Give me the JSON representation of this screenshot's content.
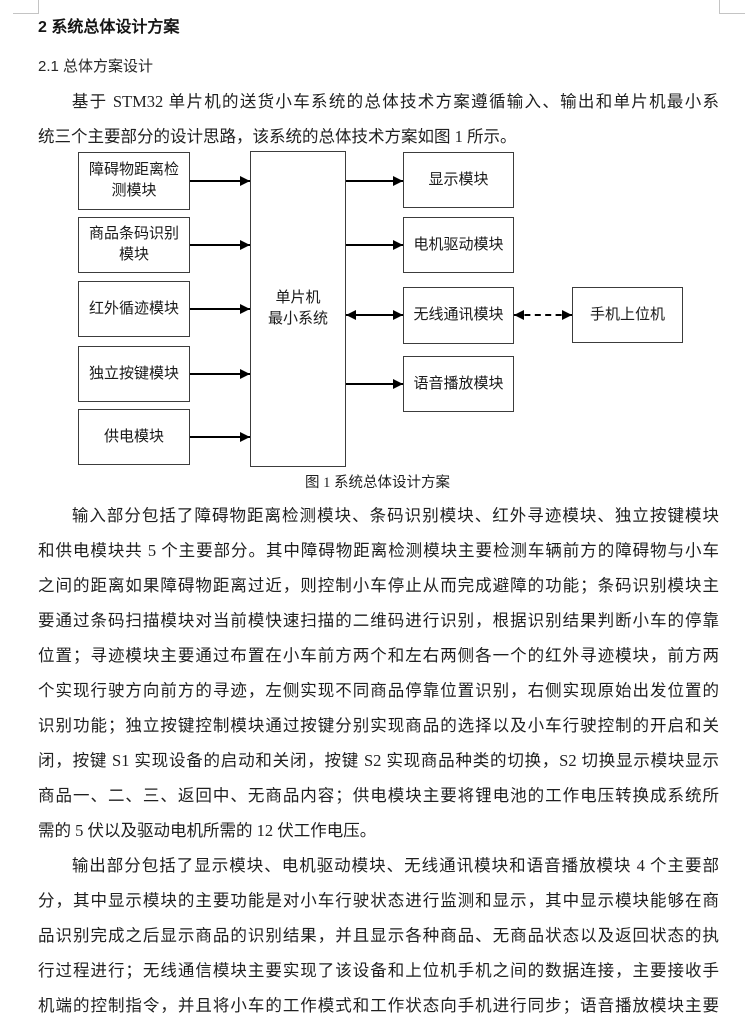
{
  "document": {
    "heading": "2 系统总体设计方案",
    "subheading": "2.1 总体方案设计"
  },
  "paragraph1": {
    "lines": [
      "基于 STM32 单片机的送货小车系统的总体技术方案遵循输入、输出和单片机最小系",
      "统三个主要部分的设计思路，该系统的总体技术方案如图 1 所示。"
    ]
  },
  "figure": {
    "caption": "图 1 系统总体设计方案",
    "nodes": {
      "input1": "障碍物距离检\n测模块",
      "input2": "商品条码识别\n模块",
      "input3": "红外循迹模块",
      "input4": "独立按键模块",
      "input5": "供电模块",
      "mcu": "单片机\n最小系统",
      "output1": "显示模块",
      "output2": "电机驱动模块",
      "output3": "无线通讯模块",
      "output4": "语音播放模块",
      "phone": "手机上位机"
    },
    "connections": [
      {
        "from": "input1",
        "to": "mcu",
        "style": "solid",
        "direction": "one-way"
      },
      {
        "from": "input2",
        "to": "mcu",
        "style": "solid",
        "direction": "one-way"
      },
      {
        "from": "input3",
        "to": "mcu",
        "style": "solid",
        "direction": "one-way"
      },
      {
        "from": "input4",
        "to": "mcu",
        "style": "solid",
        "direction": "one-way"
      },
      {
        "from": "input5",
        "to": "mcu",
        "style": "solid",
        "direction": "one-way"
      },
      {
        "from": "mcu",
        "to": "output1",
        "style": "solid",
        "direction": "one-way"
      },
      {
        "from": "mcu",
        "to": "output2",
        "style": "solid",
        "direction": "one-way"
      },
      {
        "from": "mcu",
        "to": "output3",
        "style": "solid",
        "direction": "two-way"
      },
      {
        "from": "mcu",
        "to": "output4",
        "style": "solid",
        "direction": "one-way"
      },
      {
        "from": "output3",
        "to": "phone",
        "style": "dashed",
        "direction": "two-way"
      }
    ]
  },
  "paragraph2": {
    "lines": [
      "输入部分包括了障碍物距离检测模块、条码识别模块、红外寻迹模块、独立按键模块",
      "和供电模块共 5 个主要部分。其中障碍物距离检测模块主要检测车辆前方的障碍物与小车",
      "之间的距离如果障碍物距离过近，则控制小车停止从而完成避障的功能；条码识别模块主",
      "要通过条码扫描模块对当前模快速扫描的二维码进行识别，根据识别结果判断小车的停靠",
      "位置；寻迹模块主要通过布置在小车前方两个和左右两侧各一个的红外寻迹模块，前方两",
      "个实现行驶方向前方的寻迹，左侧实现不同商品停靠位置识别，右侧实现原始出发位置的",
      "识别功能；独立按键控制模块通过按键分别实现商品的选择以及小车行驶控制的开启和关",
      "闭，按键 S1 实现设备的启动和关闭，按键 S2 实现商品种类的切换，S2 切换显示模块显示",
      "商品一、二、三、返回中、无商品内容；供电模块主要将锂电池的工作电压转换成系统所",
      "需的 5 伏以及驱动电机所需的 12 伏工作电压。"
    ]
  },
  "paragraph3": {
    "lines": [
      "输出部分包括了显示模块、电机驱动模块、无线通讯模块和语音播放模块 4 个主要部",
      "分，其中显示模块的主要功能是对小车行驶状态进行监测和显示，其中显示模块能够在商",
      "品识别完成之后显示商品的识别结果，并且显示各种商品、无商品状态以及返回状态的执",
      "行过程进行；无线通信模块主要实现了该设备和上位机手机之间的数据连接，主要接收手",
      "机端的控制指令，并且将小车的工作模式和工作状态向手机进行同步；语音播放模块主要"
    ]
  },
  "colors": {
    "background": "#ffffff",
    "text": "#1f1f1f",
    "node_border": "#3c3c3c",
    "arrow": "#000000",
    "corner_mark": "#c4c4c4"
  }
}
